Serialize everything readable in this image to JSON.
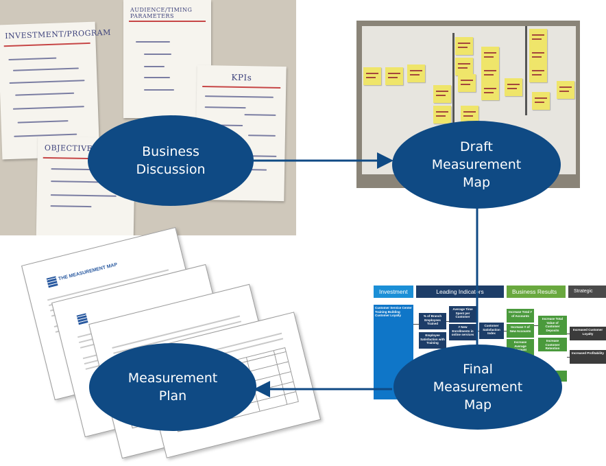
{
  "stages": {
    "business_discussion": "Business\nDiscussion",
    "draft_map": "Draft\nMeasurement\nMap",
    "final_map": "Final\nMeasurement\nMap",
    "measurement_plan": "Measurement\nPlan"
  },
  "flipcharts": {
    "investment": "INVESTMENT/PROGRAM",
    "audience": "AUDIENCE/TIMING PARAMETERS",
    "kpis": "KPIs",
    "objectives": "OBJECTIVES"
  },
  "final_map": {
    "headers": {
      "investment": "Investment",
      "leading": "Leading Indicators",
      "business": "Business Results",
      "strategic": "Strategic Goals"
    },
    "boxes": {
      "training": "Customer Service Center Training Building Customer Loyalty",
      "branch_trained": "% of Branch Employees Trained",
      "avg_time": "Average Time Spent per Customer",
      "satisfaction": "Employee Satisfaction with Training",
      "enrollments": "# New Enrollments in online services",
      "cust_sat_index": "Customer Satisfaction Index",
      "accounts_total": "Increase Total # of Accounts",
      "new_accounts": "Increase # of New Accounts",
      "avg_account": "Increase Average Account Balance",
      "total_value": "Increase Total Value of Customer Deposits",
      "retention": "Increase Customer Retention",
      "loyalty": "Increased Customer Loyalty",
      "profitability": "Increased Profitability"
    }
  },
  "document": {
    "logo": "THE MEASUREMENT MAP"
  },
  "colors": {
    "ellipse": "#0f4a84",
    "arrow": "#0f4a84"
  }
}
